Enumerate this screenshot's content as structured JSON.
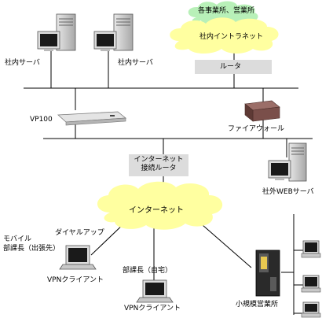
{
  "labels": {
    "branch_offices": "各事業所、営業所",
    "intranet": "社内イントラネット",
    "router": "ルータ",
    "server1": "社内サーバ",
    "server2": "社内サーバ",
    "vp100": "VP100",
    "firewall": "ファイアウォール",
    "internet_router_line1": "インターネット",
    "internet_router_line2": "接続ルータ",
    "web_server": "社外WEBサーバ",
    "internet": "インターネット",
    "dialup": "ダイヤルアップ",
    "mobile_line1": "モバイル",
    "mobile_line2": "部課長（出張先）",
    "vpn_client1": "VPNクライアント",
    "home": "部課長（自宅）",
    "vpn_client2": "VPNクライアント",
    "small_office": "小規模営業所"
  },
  "colors": {
    "cloud_yellow": "#ffffa0",
    "cloud_green": "#b8f0b8",
    "router_box": "#dcdcdc",
    "server_body": "#c8c8c8",
    "screen": "#1a1a1a",
    "firewall": "#7a4f4a"
  }
}
